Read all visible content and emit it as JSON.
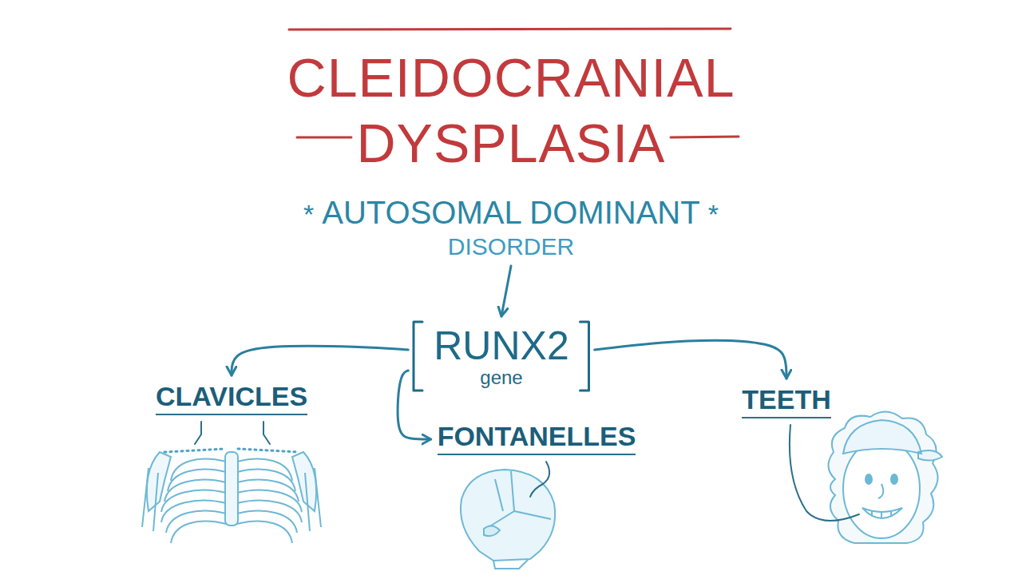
{
  "diagram": {
    "title": "CLEIDOCRANIAL DYSPLASIA",
    "nodes": [
      {
        "text": [
          "*",
          "AUTOSOMAL DOMINANT",
          "*",
          "DISORDER"
        ]
      },
      {
        "text": [
          "RUNX2",
          "gene"
        ]
      },
      {
        "text": [
          "CLAVICLES"
        ]
      },
      {
        "text": [
          "FONTANELLES"
        ]
      },
      {
        "text": [
          "TEETH"
        ]
      }
    ],
    "edges": [
      {
        "from": 0,
        "to": 1,
        "arrow": "to"
      },
      {
        "from": 1,
        "to": 2,
        "arrow": "to"
      },
      {
        "from": 1,
        "to": 3,
        "arrow": "to"
      },
      {
        "from": 1,
        "to": 4,
        "arrow": "to"
      }
    ]
  }
}
